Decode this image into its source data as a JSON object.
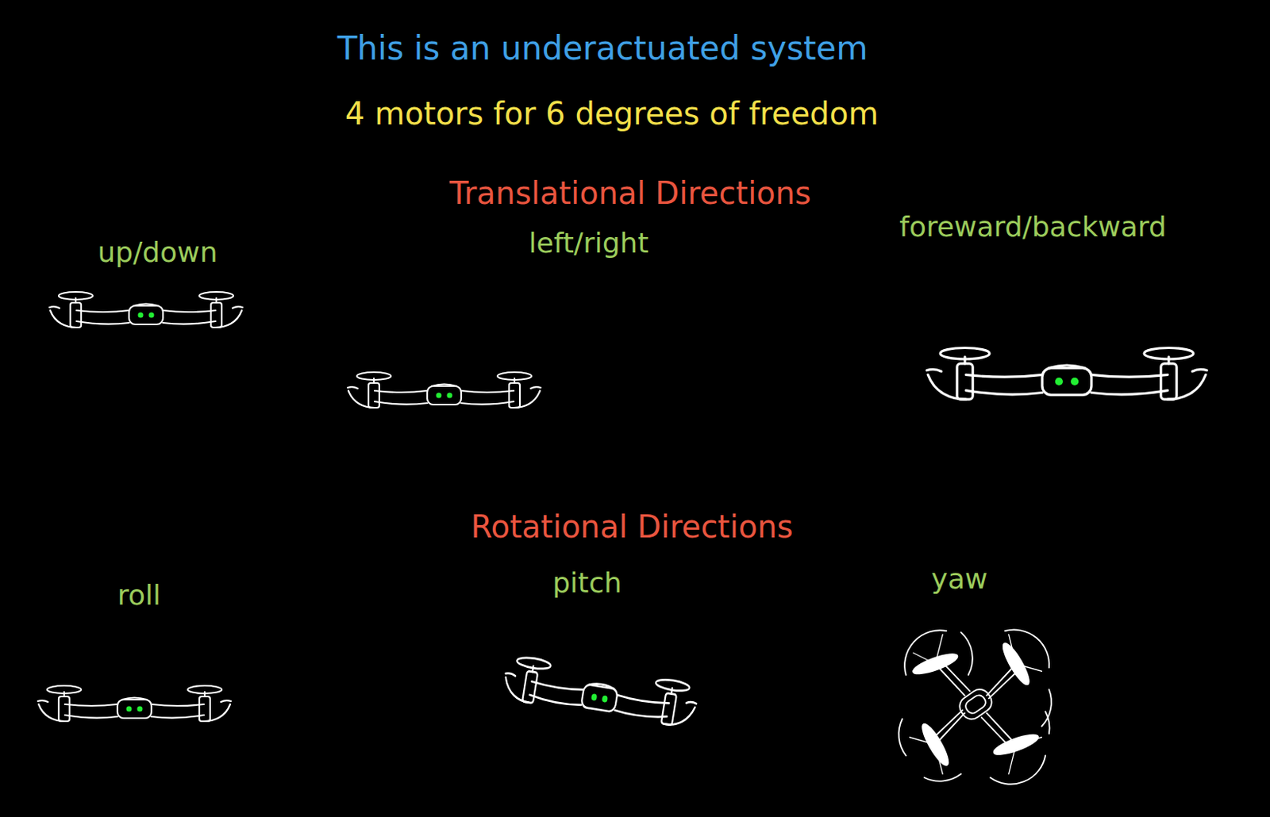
{
  "diagram": {
    "title": "This is an underactuated system",
    "labels": [
      "4 motors for 6 degrees of freedom",
      "Translational Directions",
      "up/down",
      "left/right",
      "foreward/backward",
      "Rotational Directions",
      "roll",
      "pitch",
      "yaw"
    ]
  }
}
